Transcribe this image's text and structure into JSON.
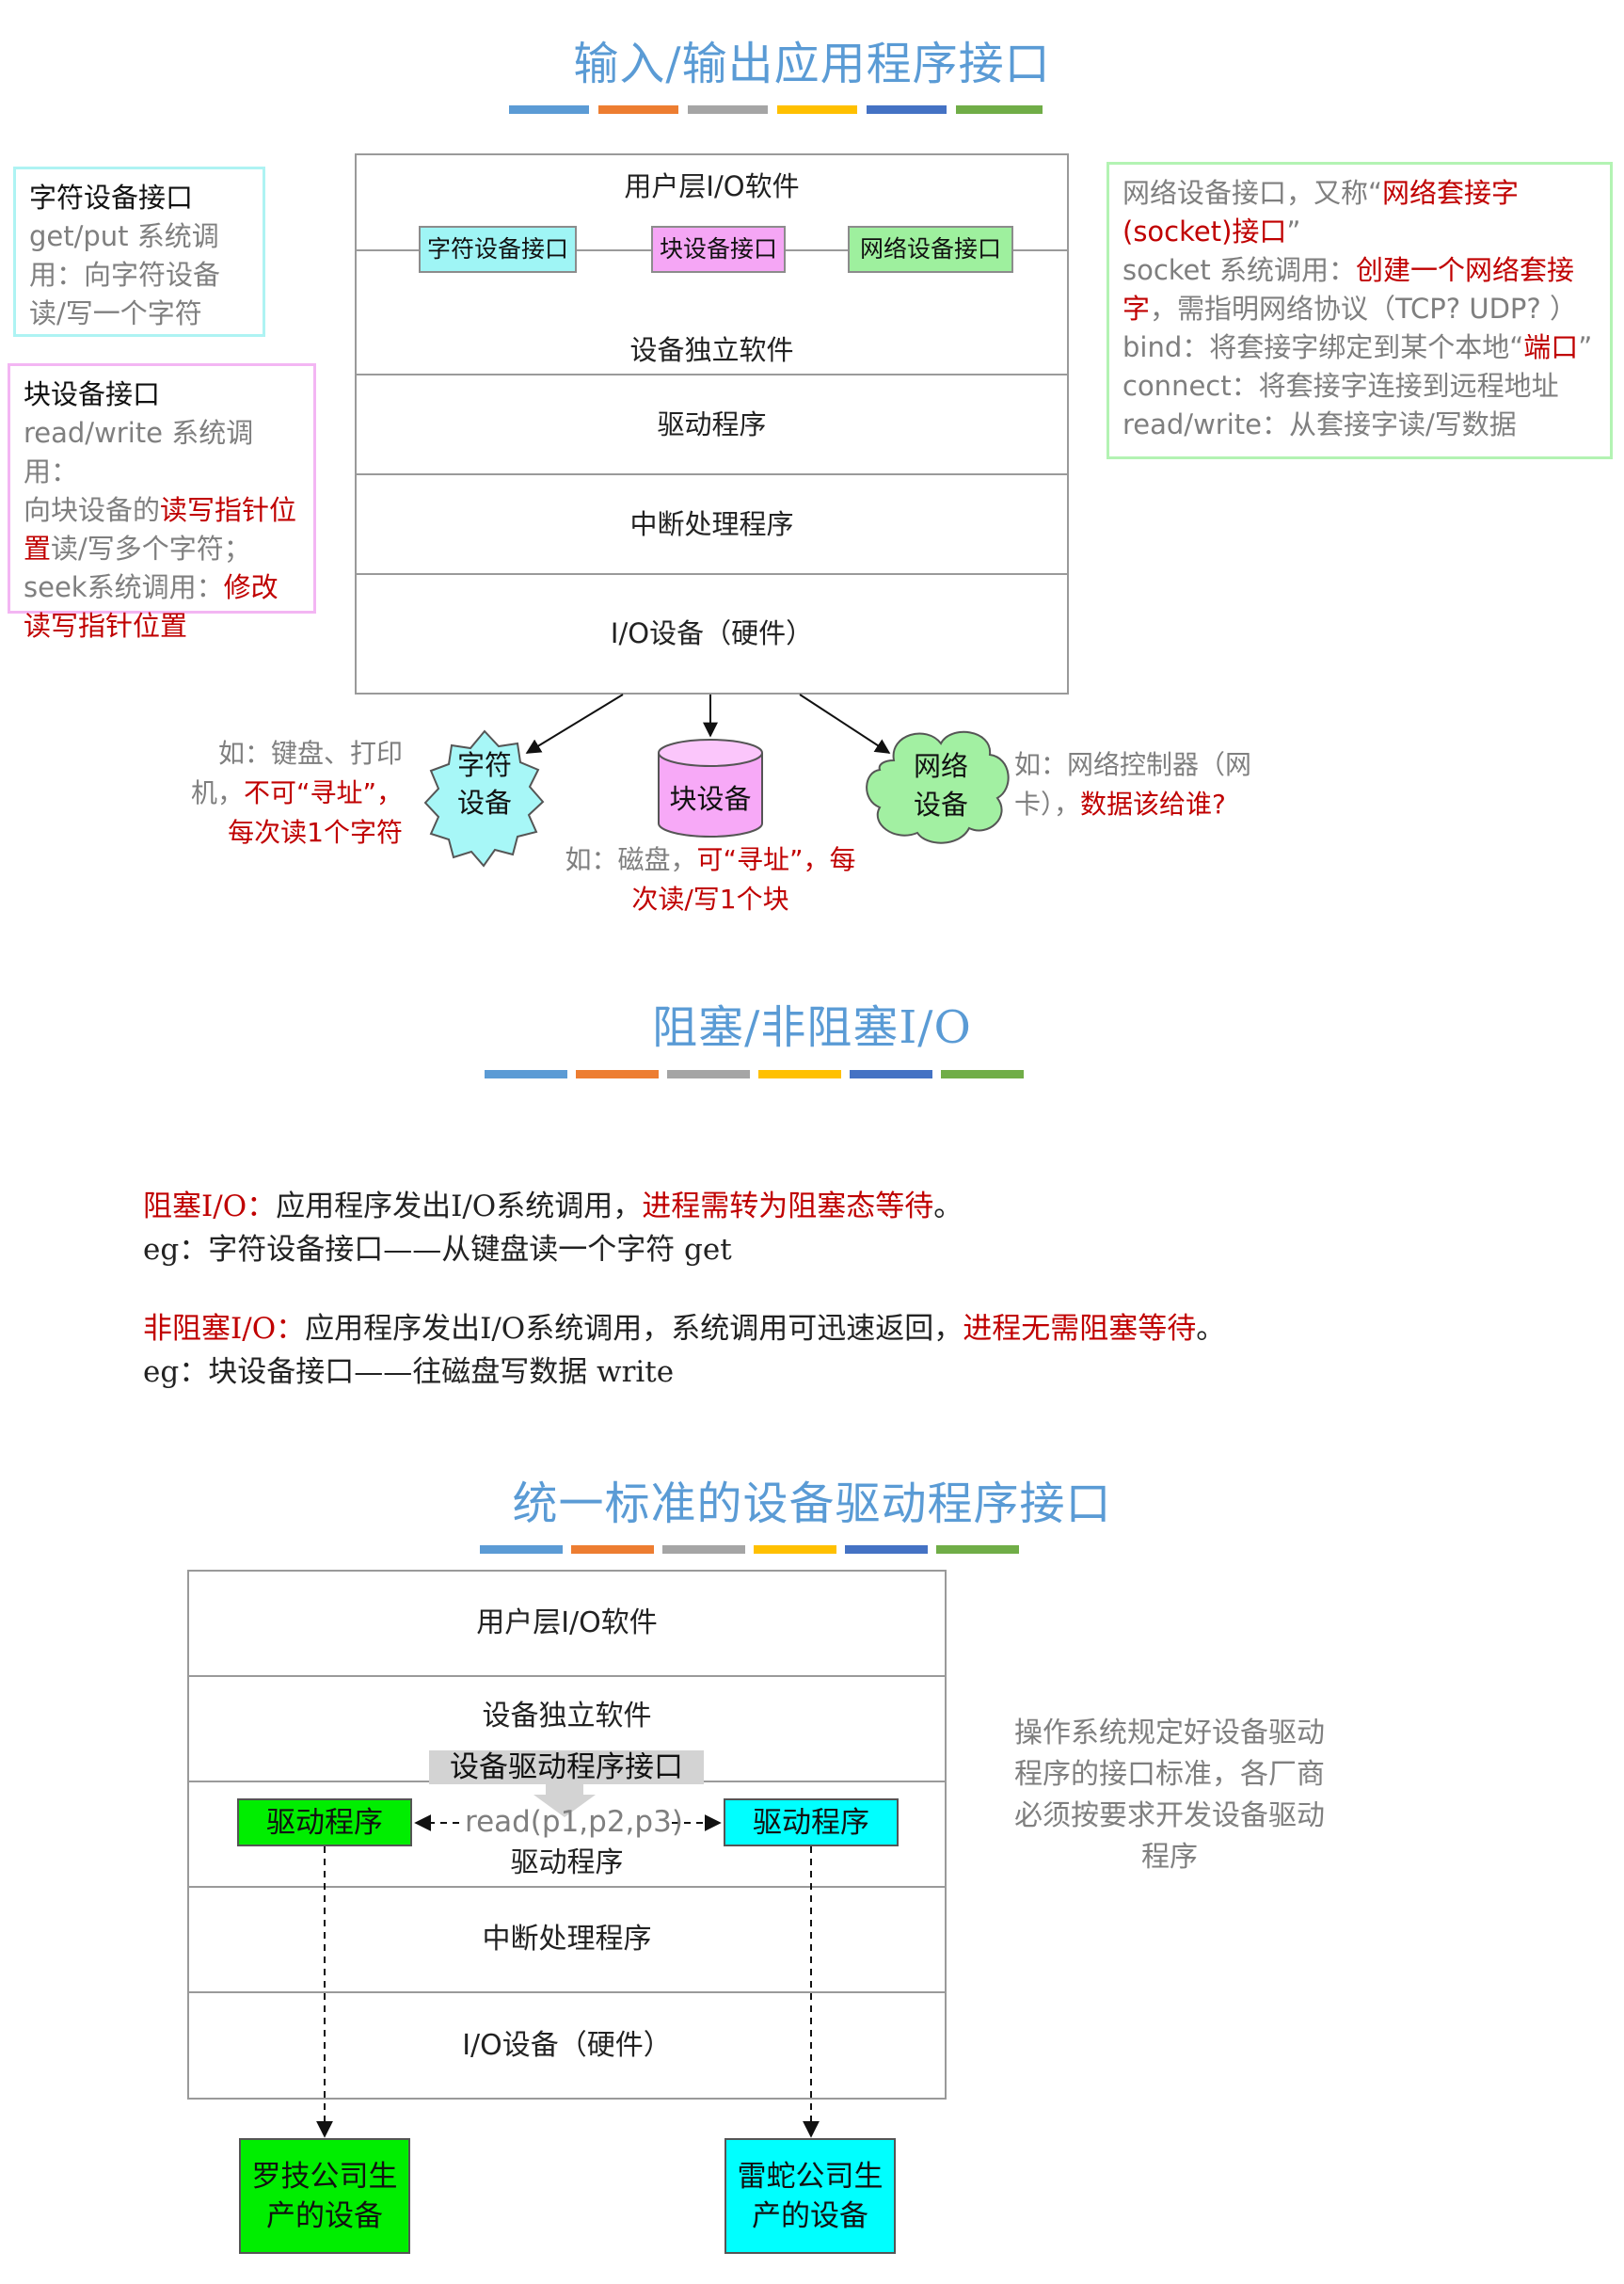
{
  "sec1": {
    "title": "输入/输出应用程序接口",
    "layers": {
      "user": "用户层I/O软件",
      "iface_char": "字符设备接口",
      "iface_block": "块设备接口",
      "iface_net": "网络设备接口",
      "indep": "设备独立软件",
      "driver": "驱动程序",
      "interrupt": "中断处理程序",
      "hardware": "I/O设备（硬件）"
    },
    "note_char": {
      "title": "字符设备接口",
      "body": "get/put 系统调用：向字符设备读/写一个字符"
    },
    "note_block": {
      "title": "块设备接口",
      "l1": "read/write 系统调用：",
      "l2a": "向块设备的",
      "l2b": "读写指针位置",
      "l2c": "读/写多个字符；",
      "l3a": "seek系统调用：",
      "l3b": "修改读写指针位置"
    },
    "note_net": {
      "l1a": "网络设备接口，又称“",
      "l1b": "网络套接字(socket)接口",
      "l1c": "”",
      "l2a": "socket 系统调用：",
      "l2b": "创建一个网络套接字",
      "l2c": "，需指明网络协议（TCP? UDP? ）",
      "l3a": "bind：将套接字绑定到某个本地“",
      "l3b": "端口",
      "l3c": "”",
      "l4": "connect：将套接字连接到远程地址",
      "l5": "read/write：从套接字读/写数据"
    },
    "dev_char": {
      "l1": "字符",
      "l2": "设备"
    },
    "dev_block": "块设备",
    "dev_net": {
      "l1": "网络",
      "l2": "设备"
    },
    "cap_char": {
      "a": "如：键盘、打印机，",
      "b": "不可“寻址”，每次读1个字符"
    },
    "cap_block": {
      "a": "如：磁盘，",
      "b": "可“寻址”，每次读/写1个块"
    },
    "cap_net": {
      "a": "如：网络控制器（网卡），",
      "b": "数据该给谁?"
    }
  },
  "sec2": {
    "title": "阻塞/非阻塞I/O",
    "p1_label": "阻塞I/O：",
    "p1_text": "应用程序发出I/O系统调用，",
    "p1_red": "进程需转为阻塞态等待",
    "p1_end": "。",
    "p1_eg": "eg：字符设备接口——从键盘读一个字符 get",
    "p2_label": "非阻塞I/O：",
    "p2_text": "应用程序发出I/O系统调用，系统调用可迅速返回，",
    "p2_red": "进程无需阻塞等待",
    "p2_end": "。",
    "p2_eg": "eg：块设备接口——往磁盘写数据 write"
  },
  "sec3": {
    "title": "统一标准的设备驱动程序接口",
    "user": "用户层I/O软件",
    "indep": "设备独立软件",
    "iface": "设备驱动程序接口",
    "drv_left": "驱动程序",
    "drv_right": "驱动程序",
    "call": "read(p1,p2,p3)",
    "driver_layer": "驱动程序",
    "interrupt": "中断处理程序",
    "hardware": "I/O设备（硬件）",
    "note": "操作系统规定好设备驱动程序的接口标准，各厂商必须按要求开发设备驱动程序",
    "vendor_left": {
      "l1": "罗技公司生",
      "l2": "产的设备"
    },
    "vendor_right": {
      "l1": "雷蛇公司生",
      "l2": "产的设备"
    }
  },
  "colors": {
    "title_blue": "#5a9bd5",
    "red": "#c00000",
    "bar": [
      "#5b9bd5",
      "#ed7d31",
      "#a5a5a5",
      "#ffc000",
      "#4472c4",
      "#70ad47"
    ],
    "char_cyan": "#9ff5f5",
    "block_pink": "#f5a6f5",
    "net_green": "#9ef09e",
    "drv_green": "#00ee00",
    "drv_cyan": "#00ffff"
  }
}
